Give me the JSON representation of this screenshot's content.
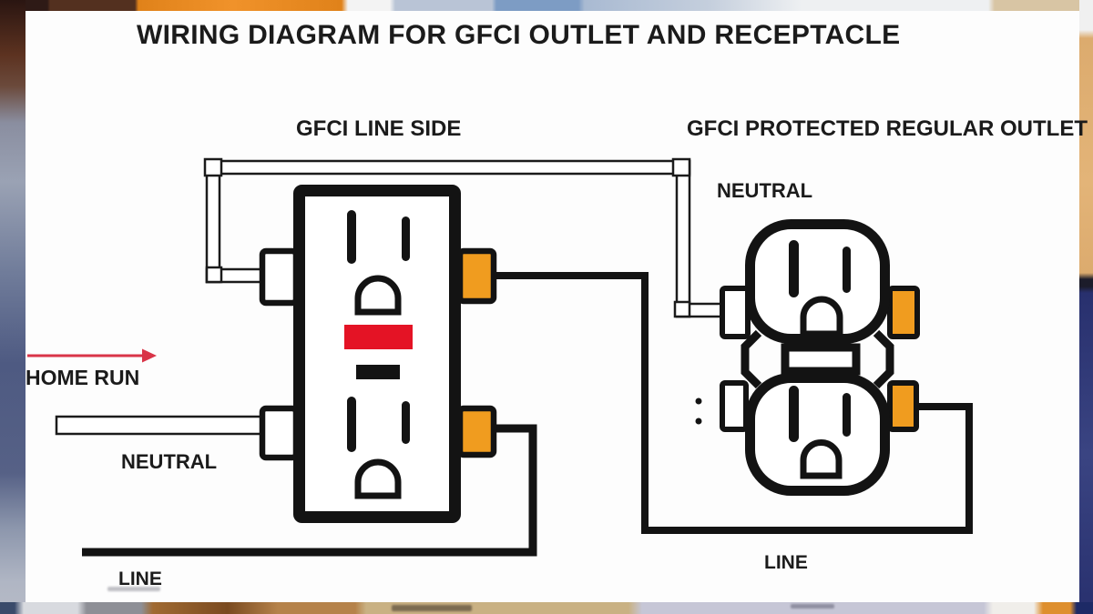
{
  "title": "WIRING DIAGRAM FOR GFCI OUTLET AND RECEPTACLE",
  "diagram": {
    "gfci_heading": "GFCI LINE SIDE",
    "receptacle_heading": "GFCI PROTECTED REGULAR OUTLET",
    "receptacle_neutral_label": "NEUTRAL",
    "home_run_label": "HOME RUN",
    "gfci_neutral_label": "NEUTRAL",
    "line_label_left": "LINE",
    "line_label_right": "LINE"
  },
  "colors": {
    "hot_wire_black": "#131313",
    "brass_terminal_orange": "#f09c1f",
    "silver_terminal_white": "#ffffff",
    "test_button_red": "#e41325",
    "reset_button_black": "#131313",
    "home_run_arrow_red": "#d93448",
    "text_black": "#1b1b1b"
  },
  "icons": {
    "gfci_outlet": "gfci-outlet-figure",
    "duplex_receptacle": "duplex-receptacle-figure",
    "home_run_arrow": "right-arrow-icon"
  }
}
